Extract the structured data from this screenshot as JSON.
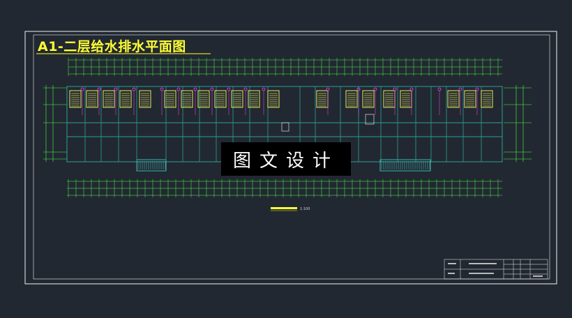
{
  "sheet": {
    "title": "A1-二层给水排水平面图",
    "watermark": "图文设计",
    "scale_note": "1:100"
  },
  "colors": {
    "background": "#222831",
    "frame": "#f2f2f2",
    "title": "#ffff33",
    "walls": "#2aa198",
    "dimensions": "#4cff4c",
    "fixtures": "#ffff66",
    "pipes": "#ff44ff",
    "watermark_bg": "#000000",
    "watermark_text": "#ffffff"
  }
}
